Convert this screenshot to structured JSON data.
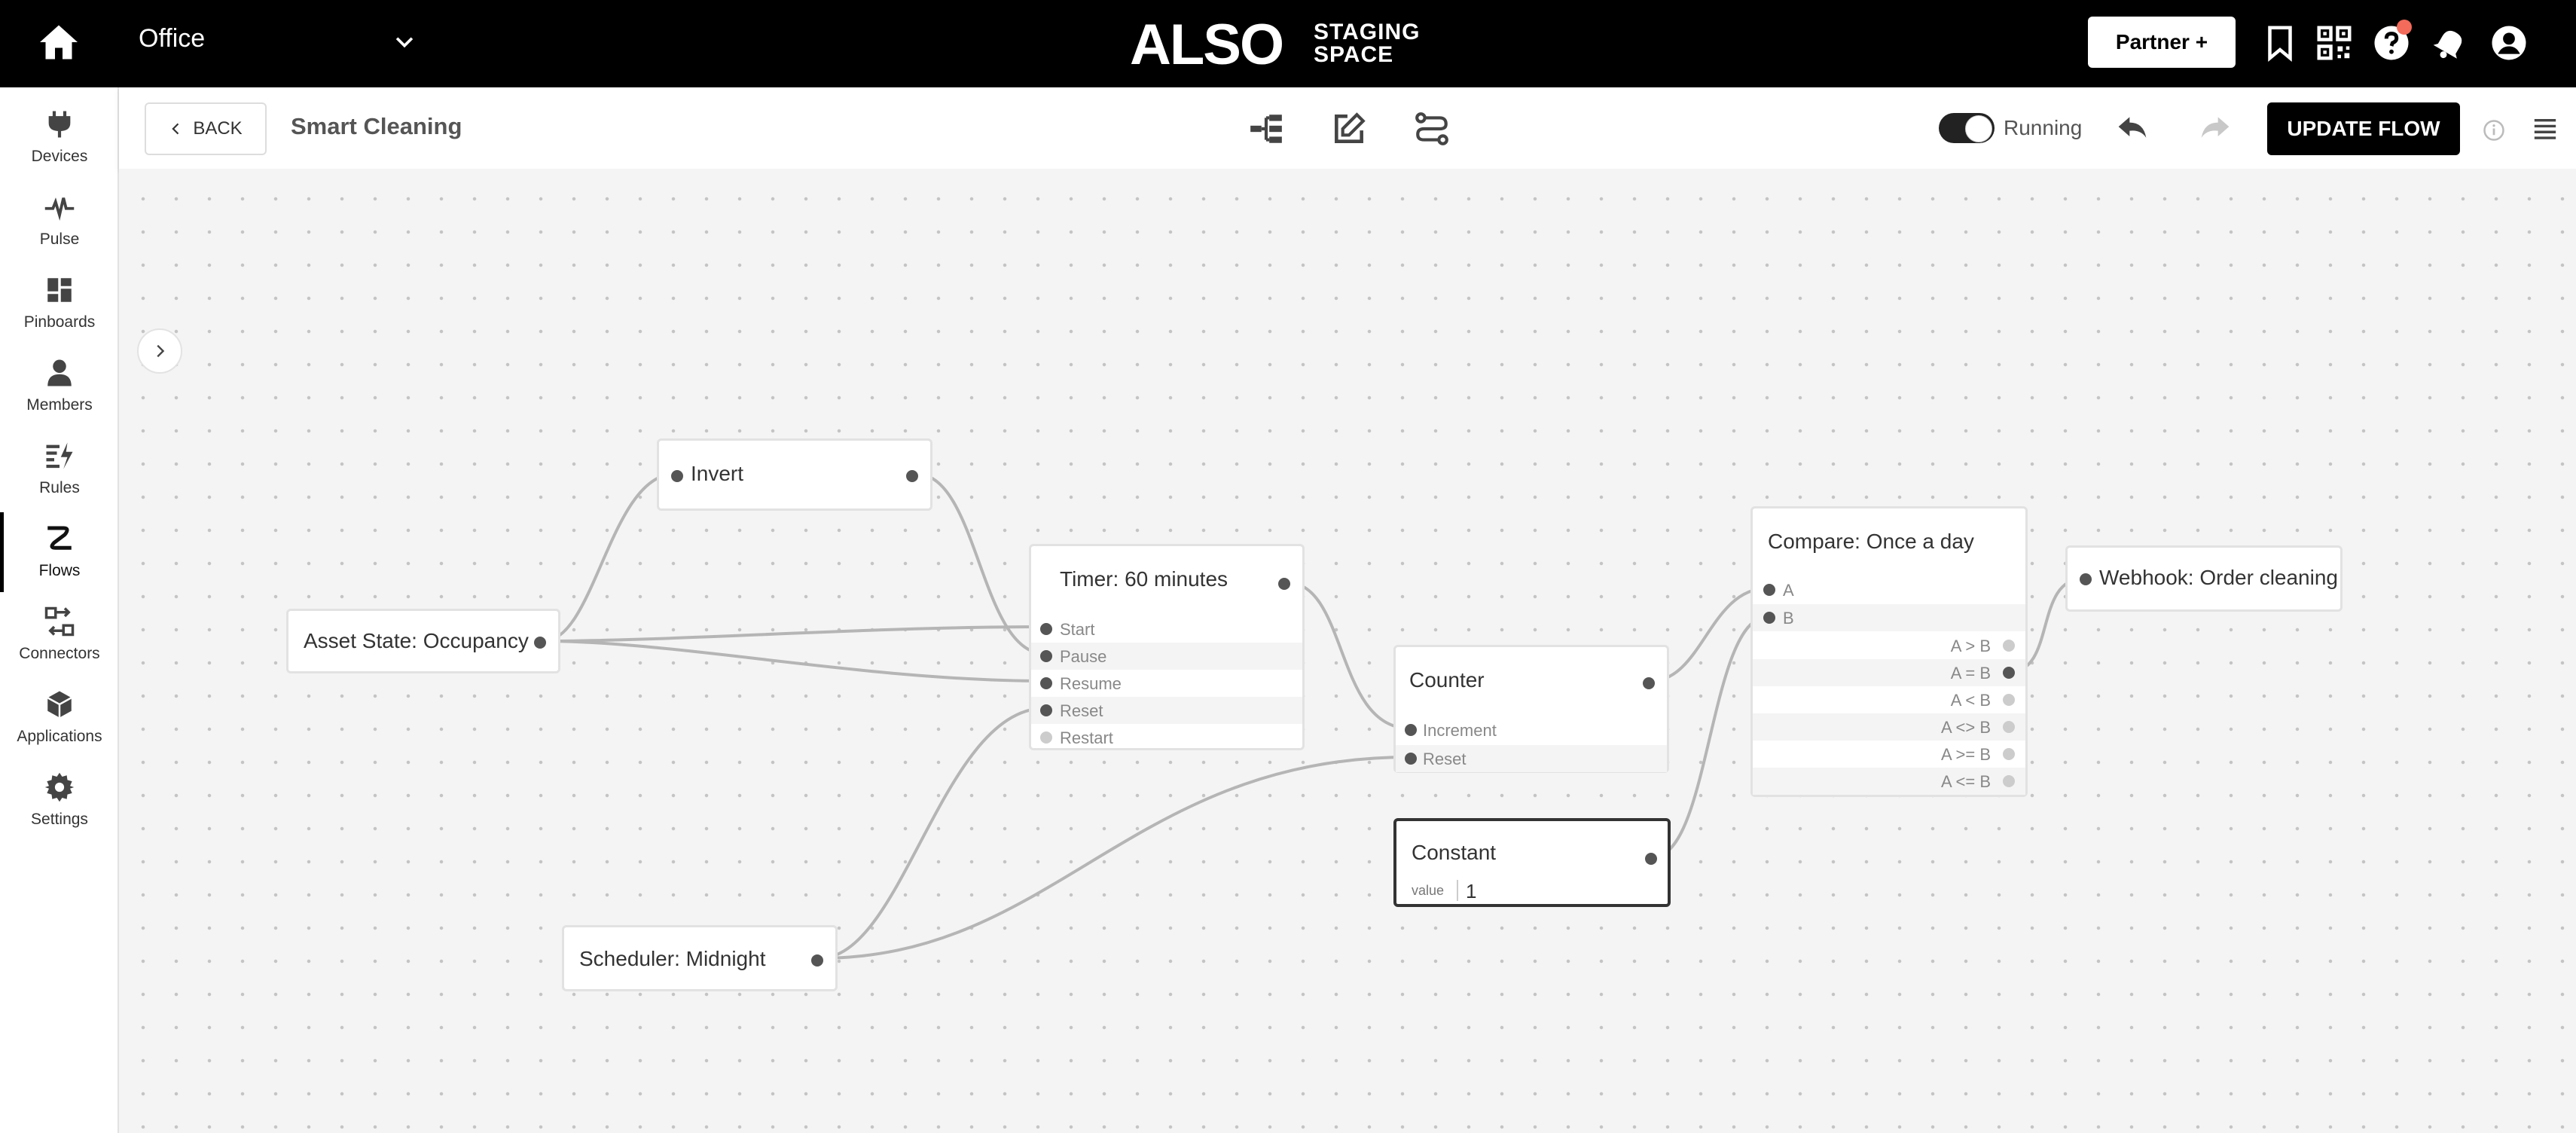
{
  "topbar": {
    "workspace": "Office",
    "logo_main": "ALSO",
    "logo_sub_1": "STAGING",
    "logo_sub_2": "SPACE",
    "partner_label": "Partner +"
  },
  "sidebar": {
    "items": [
      {
        "label": "Devices",
        "icon": "plug-icon"
      },
      {
        "label": "Pulse",
        "icon": "pulse-icon"
      },
      {
        "label": "Pinboards",
        "icon": "pinboard-icon"
      },
      {
        "label": "Members",
        "icon": "member-icon"
      },
      {
        "label": "Rules",
        "icon": "rules-icon"
      },
      {
        "label": "Flows",
        "icon": "flows-icon",
        "active": true
      },
      {
        "label": "Connectors",
        "icon": "connectors-icon"
      },
      {
        "label": "Applications",
        "icon": "applications-icon"
      },
      {
        "label": "Settings",
        "icon": "gear-icon"
      }
    ]
  },
  "subheader": {
    "back_label": "BACK",
    "title": "Smart Cleaning",
    "status_label": "Running",
    "update_label": "UPDATE FLOW"
  },
  "nodes": {
    "invert": {
      "title": "Invert"
    },
    "asset": {
      "title": "Asset State: Occupancy"
    },
    "timer": {
      "title": "Timer: 60 minutes",
      "inputs": [
        "Start",
        "Pause",
        "Resume",
        "Reset",
        "Restart"
      ]
    },
    "counter": {
      "title": "Counter",
      "inputs": [
        "Increment",
        "Reset"
      ]
    },
    "constant": {
      "title": "Constant",
      "value_label": "value",
      "value": "1"
    },
    "compare": {
      "title": "Compare: Once a day",
      "inputs": [
        "A",
        "B"
      ],
      "outputs": [
        "A > B",
        "A = B",
        "A < B",
        "A <> B",
        "A >= B",
        "A <= B"
      ]
    },
    "webhook": {
      "title": "Webhook: Order cleaning"
    },
    "scheduler": {
      "title": "Scheduler: Midnight"
    }
  },
  "colors": {
    "topbar_bg": "#000000",
    "accent": "#000000",
    "notification": "#f26b5b",
    "wire": "#b5b5b5"
  }
}
